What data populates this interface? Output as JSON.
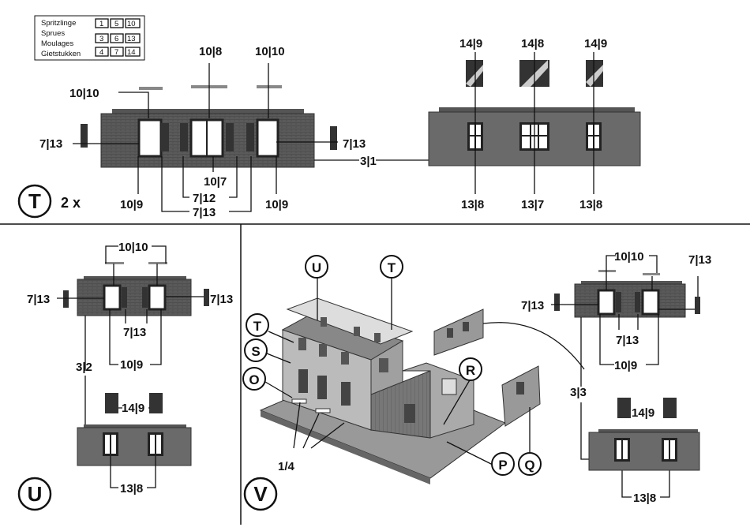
{
  "legend": {
    "rows": [
      {
        "name": "Spritzlinge",
        "nums": [
          "1",
          "5",
          "10"
        ]
      },
      {
        "name": "Sprues",
        "nums": [
          "3",
          "6",
          "13"
        ]
      },
      {
        "name": "Moulages",
        "nums": [
          "",
          "",
          ""
        ]
      },
      {
        "name": "Gietstukken",
        "nums": [
          "4",
          "7",
          "14"
        ]
      }
    ]
  },
  "panel_t": {
    "letter": "T",
    "multiplier": "2 x",
    "labels": {
      "top_left": "10|10",
      "top_center": "10|8",
      "top_right": "10|10",
      "left": "7|13",
      "right": "7|13",
      "bottom_left": "10|9",
      "center_1": "10|7",
      "center_2": "7|12",
      "center_3": "7|13",
      "bottom_right": "10|9",
      "wall": "3|1",
      "shutter_left": "14|9",
      "shutter_mid": "14|8",
      "shutter_right": "14|9",
      "win_left": "13|8",
      "win_mid": "13|7",
      "win_right": "13|8"
    }
  },
  "panel_u": {
    "letter": "U",
    "labels": {
      "top": "10|10",
      "left": "7|13",
      "right": "7|13",
      "mid_small": "7|13",
      "bottom": "10|9",
      "wall": "3|2",
      "shutter": "14|9",
      "win": "13|8"
    }
  },
  "panel_v": {
    "letter": "V",
    "callouts": [
      "U",
      "T",
      "T",
      "S",
      "O",
      "R",
      "P",
      "Q"
    ],
    "label_base": "1/4",
    "right_labels": {
      "top": "10|10",
      "top_right": "7|13",
      "left": "7|13",
      "mid_small": "7|13",
      "bottom": "10|9",
      "wall": "3|3",
      "shutter": "14|9",
      "win": "13|8"
    }
  }
}
